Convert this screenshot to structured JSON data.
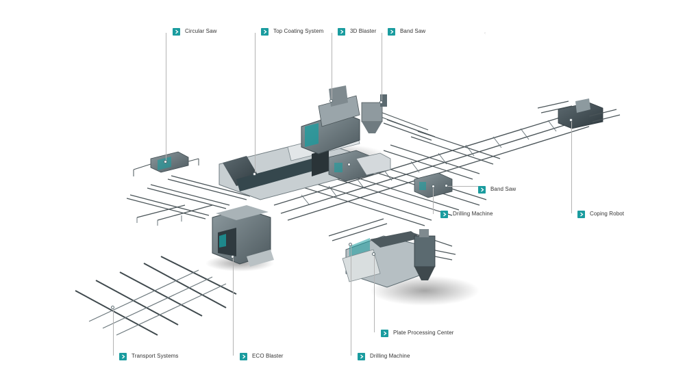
{
  "accent_color": "#1a9c9f",
  "callouts": [
    {
      "id": "circular-saw",
      "label": "Circular Saw"
    },
    {
      "id": "top-coating-system",
      "label": "Top Coating System"
    },
    {
      "id": "3d-blaster",
      "label": "3D Blaster"
    },
    {
      "id": "band-saw-top",
      "label": "Band Saw"
    },
    {
      "id": "band-saw-mid",
      "label": "Band Saw"
    },
    {
      "id": "drilling-machine-mid",
      "label": "Drilling Machine"
    },
    {
      "id": "coping-robot",
      "label": "Coping Robot"
    },
    {
      "id": "plate-processing-center",
      "label": "Plate Processing Center"
    },
    {
      "id": "transport-systems",
      "label": "Transport Systems"
    },
    {
      "id": "eco-blaster",
      "label": "ECO Blaster"
    },
    {
      "id": "drilling-machine-bottom",
      "label": "Drilling Machine"
    }
  ],
  "icons": {
    "callout_badge": "chevron-right-icon",
    "hotspot": "hotspot-marker-icon"
  }
}
